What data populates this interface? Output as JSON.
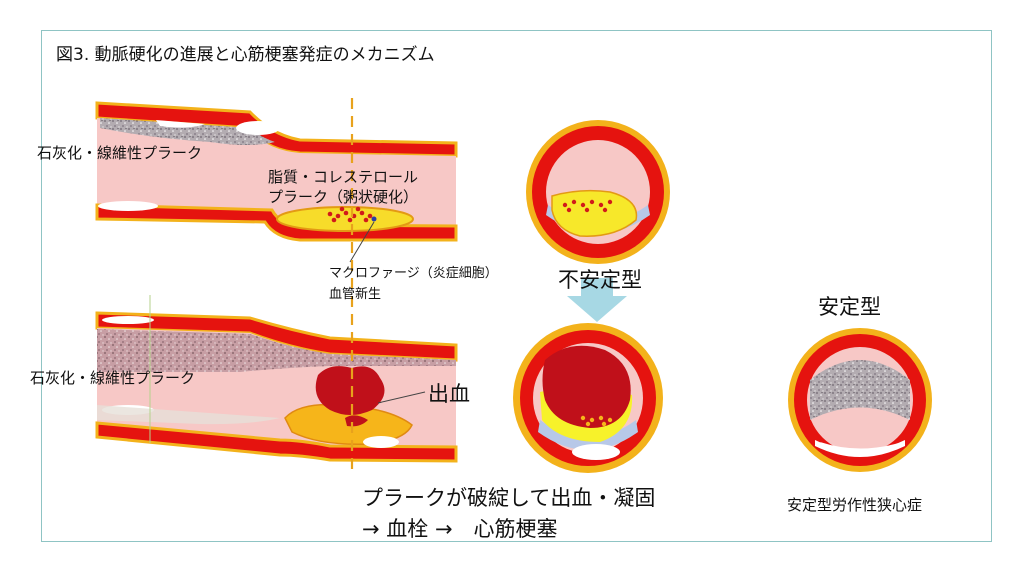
{
  "title": "図3. 動脈硬化の進展と心筋梗塞発症のメカニズム",
  "labels": {
    "fibrous_plaque_top": "石灰化・線維性プラーク",
    "lipid_plaque_line1": "脂質・コレステロール",
    "lipid_plaque_line2": "プラーク（粥状硬化）",
    "macrophage_line1": "マクロファージ（炎症細胞）",
    "macrophage_line2": "血管新生",
    "fibrous_plaque_bottom": "石灰化・線維性プラーク",
    "hemorrhage": "出血",
    "unstable": "不安定型",
    "stable": "安定型",
    "stable_angina": "安定型労作性狭心症",
    "caption_line1": "プラークが破綻して出血・凝固",
    "caption_line2": "→ 血栓 →　心筋梗塞"
  },
  "colors": {
    "vessel_wall": "#e5130f",
    "vessel_outline": "#f3b21b",
    "lumen": "#f7c8c6",
    "lipid_plaque": "#f7dc2a",
    "hemorrhage": "#c0101a",
    "fibrous_plaque": "#b9b6b8",
    "arrow": "#a7d8e4",
    "guide_line": "#e8a21c"
  }
}
